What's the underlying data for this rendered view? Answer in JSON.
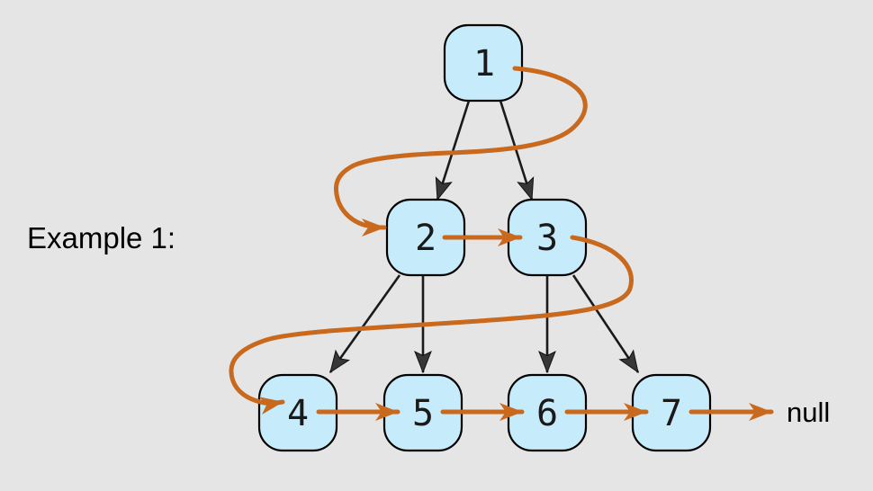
{
  "example_label": "Example 1:",
  "null_label": "null",
  "nodes": [
    {
      "value": "1"
    },
    {
      "value": "2"
    },
    {
      "value": "3"
    },
    {
      "value": "4"
    },
    {
      "value": "5"
    },
    {
      "value": "6"
    },
    {
      "value": "7"
    }
  ],
  "tree_edges": [
    {
      "from": "1",
      "to": "2"
    },
    {
      "from": "1",
      "to": "3"
    },
    {
      "from": "2",
      "to": "4"
    },
    {
      "from": "2",
      "to": "5"
    },
    {
      "from": "3",
      "to": "6"
    },
    {
      "from": "3",
      "to": "7"
    }
  ],
  "next_pointers": [
    {
      "from": "1",
      "to": "2"
    },
    {
      "from": "2",
      "to": "3"
    },
    {
      "from": "3",
      "to": "4"
    },
    {
      "from": "4",
      "to": "5"
    },
    {
      "from": "5",
      "to": "6"
    },
    {
      "from": "6",
      "to": "7"
    },
    {
      "from": "7",
      "to": "null"
    }
  ],
  "colors": {
    "background": "#e5e5e5",
    "node_fill": "#c6ebfa",
    "node_border": "#000000",
    "tree_edge": "#1a1a1a",
    "tree_arrowhead": "#373737",
    "next_pointer": "#c8691e",
    "text": "#1a1a1a"
  }
}
